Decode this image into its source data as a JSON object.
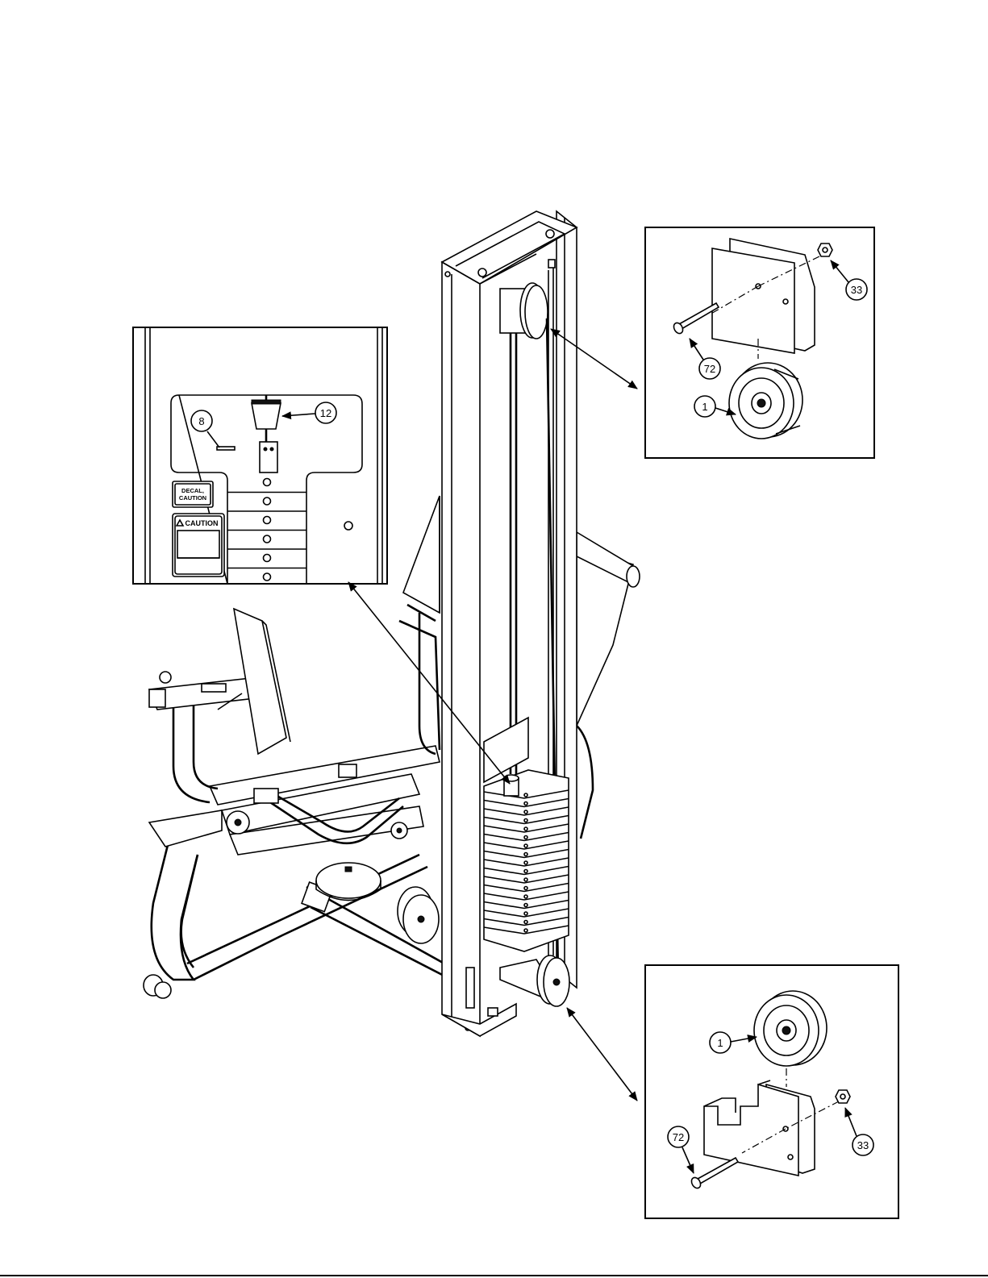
{
  "callouts": {
    "top_pulley": "1",
    "top_bolt": "72",
    "top_nut": "33",
    "bottom_pulley": "1",
    "bottom_bolt": "72",
    "bottom_nut": "33",
    "inset_pin": "8",
    "inset_selector": "12"
  },
  "decals": {
    "decal_caution": "DECAL,\nCAUTION",
    "caution_label": "CAUTION"
  }
}
